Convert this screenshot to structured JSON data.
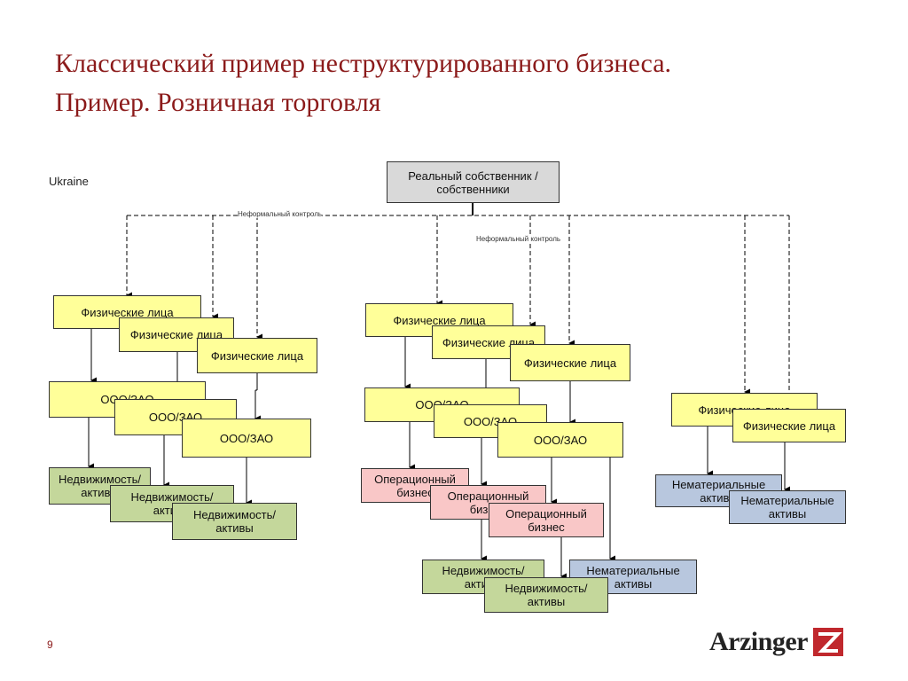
{
  "title": {
    "line1": "Классический пример неструктурированного бизнеса.",
    "line2": "Пример. Розничная торговля"
  },
  "country": "Ukraine",
  "owner": "Реальный собственник /собственники",
  "control_label": "Неформальный контроль",
  "labels": {
    "individuals": "Физические лица",
    "llc": "ООО/ЗАО",
    "realestate": "Недвижимость/ активы",
    "opbusiness": "Операционный бизнес",
    "intangible": "Нематериальные активы"
  },
  "page_number": "9",
  "logo": {
    "text": "Arzinger",
    "mark_color": "#c0282d"
  }
}
